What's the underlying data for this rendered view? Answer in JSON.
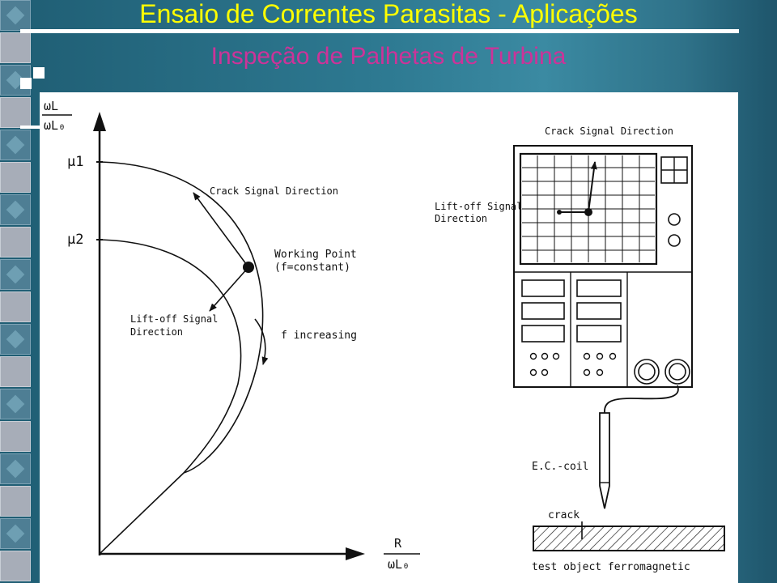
{
  "slide": {
    "title": "Ensaio de Correntes Parasitas - Aplicações",
    "subtitle": "Inspeção de Palhetas de Turbina"
  },
  "colors": {
    "title": "#ffff00",
    "subtitle": "#cc3399",
    "panel": "#ffffff",
    "ink": "#111111"
  },
  "diagram": {
    "y_axis_label_top": "ωL",
    "y_axis_label_bottom": "ωL₀",
    "x_axis_label_top": "R",
    "x_axis_label_bottom": "ωL₀",
    "mu1_label": "μ1",
    "mu2_label": "μ2",
    "crack_direction_label": "Crack Signal Direction",
    "working_point_label": "Working Point",
    "working_point_sub": "(f=constant)",
    "liftoff_label_1": "Lift-off Signal",
    "liftoff_label_2": "Direction",
    "f_increasing_label": "f increasing"
  },
  "instrument": {
    "crack_direction_label": "Crack Signal Direction",
    "liftoff_label_1": "Lift-off Signal",
    "liftoff_label_2": "Direction",
    "coil_label": "E.C.-coil",
    "crack_label": "crack",
    "test_object_label": "test object ferromagnetic"
  }
}
